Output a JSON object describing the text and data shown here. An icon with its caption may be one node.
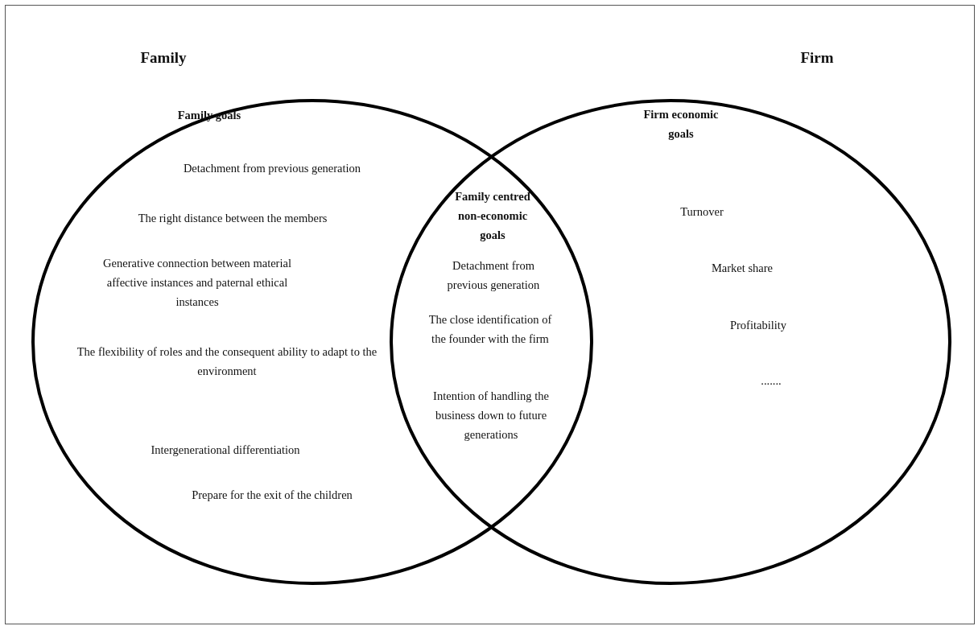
{
  "diagram": {
    "nodes": [
      {
        "text": [
          "Family",
          "Family goals",
          "Detachment from previous generation",
          "The right distance between the members",
          "Generative connection between material affective instances and paternal ethical instances",
          "The flexibility of roles and the consequent ability to adapt to the environment",
          "Intergenerational differentiation",
          "Prepare for the exit of the children"
        ]
      },
      {
        "text": [
          "Firm",
          "Firm economic goals",
          "Turnover",
          "Market share",
          "Profitability",
          "......."
        ]
      }
    ],
    "labels": [
      "Family centred non-economic goals",
      "Detachment from previous generation",
      "The close identification of the founder with the firm",
      "Intention of handling the business down to future generations"
    ]
  }
}
